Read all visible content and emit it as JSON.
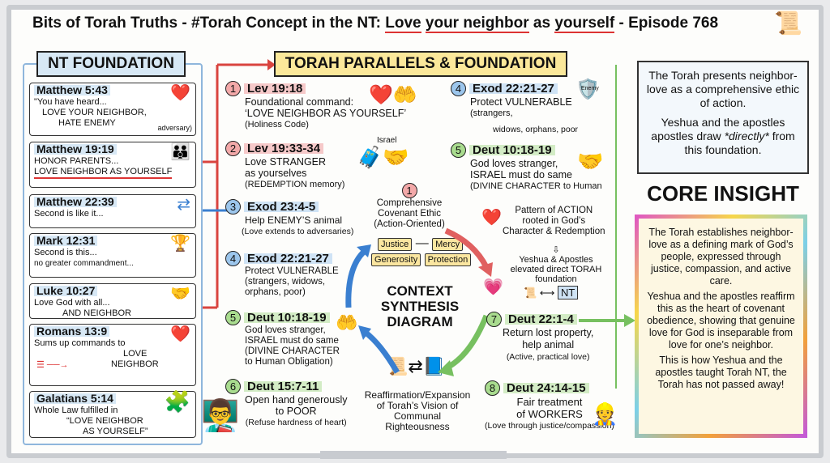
{
  "title": {
    "prefix": "Bits of Torah Truths - ",
    "tag": "#Torah",
    "mid": " Concept in the NT: ",
    "u1": "Love",
    "s1": " ",
    "u2": "your neighbor",
    "s2": " as ",
    "u3": "yourself",
    "suffix": " - Episode 768"
  },
  "nt": {
    "header": "NT FOUNDATION",
    "cards": [
      {
        "ref": "Matthew 5:43",
        "l1": "\"You have heard...",
        "l2": "LOVE YOUR NEIGHBOR,",
        "l3": "HATE ENEMY",
        "note": "adversary)"
      },
      {
        "ref": "Matthew 19:19",
        "l1": "HONOR PARENTS...",
        "l2": "LOVE NEIGHBOR AS YOURSELF"
      },
      {
        "ref": "Matthew 22:39",
        "l1": "Second is like it..."
      },
      {
        "ref": "Mark 12:31",
        "l1": "Second is this...",
        "l2": "no greater commandment..."
      },
      {
        "ref": "Luke 10:27",
        "l1": "Love God with all...",
        "l2": "AND NEIGHBOR"
      },
      {
        "ref": "Romans 13:9",
        "l1": "Sums up commands to",
        "l2": "LOVE",
        "l3": "NEIGHBOR"
      },
      {
        "ref": "Galatians 5:14",
        "l1": "Whole Law fulfilled in",
        "l2": "“LOVE NEIGHBOR",
        "l3": "AS YOURSELF”"
      }
    ]
  },
  "torah": {
    "header": "TORAH PARALLELS & FOUNDATION",
    "items": [
      {
        "n": "1",
        "ref": "Lev 19:18",
        "l1": "Foundational command:",
        "l2": "‘LOVE NEIGHBOR AS YOURSELF’",
        "l3": "(Holiness Code)"
      },
      {
        "n": "2",
        "ref": "Lev 19:33-34",
        "l1": "Love STRANGER",
        "l2": "as yourselves",
        "l3": "(REDEMPTION memory)",
        "icon_label": "Israel"
      },
      {
        "n": "3",
        "ref": "Exod 23:4-5",
        "l1": "Help ENEMY’S animal",
        "l2": "(Love extends to adversaries)"
      },
      {
        "n": "4",
        "ref": "Exod 22:21-27",
        "l1": "Protect VULNERABLE",
        "l2": "(strangers,",
        "l3": "widows, orphans,  poor",
        "icon_label": "Enemy"
      },
      {
        "n": "5",
        "ref": "Deut 10:18-19",
        "l1": "God loves stranger,",
        "l2": "ISRAEL must do same",
        "l3": "(DIVINE CHARACTER to Human"
      },
      {
        "n": "4",
        "ref": "Exod 22:21-27",
        "l1": "Protect VULNERABLE",
        "l2": "(strangers, widows,",
        "l3": "orphans, poor)"
      },
      {
        "n": "5",
        "ref": "Deut 10:18-19",
        "l1": "God loves stranger,",
        "l2": "ISRAEL must do same",
        "l3": "(DIVINE CHARACTER",
        "l4": "to Human Obligation)"
      },
      {
        "n": "6",
        "ref": "Deut 15:7-11",
        "l1": "Open hand generously",
        "l2": "to POOR",
        "l3": "(Refuse hardness of heart)"
      },
      {
        "n": "7",
        "ref": "Deut 22:1-4",
        "l1": "Return lost property,",
        "l2": "help animal",
        "l3": "(Active, practical love)"
      },
      {
        "n": "8",
        "ref": "Deut 24:14-15",
        "l1": "Fair treatment",
        "l2": "of WORKERS",
        "l3": "(Love through justice/compassion)"
      }
    ],
    "cycle": {
      "n": "1",
      "l1": "Comprehensive",
      "l2": "Covenant Ethic",
      "l3": "(Action-Oriented)",
      "tags": [
        "Justice",
        "Mercy",
        "Generosity",
        "Protection"
      ],
      "pattern": [
        "Pattern of ACTION",
        "rooted in God’s",
        "Character & Redemption"
      ],
      "yeshua": [
        "Yeshua & Apostles",
        "elevated direct TORAH",
        "foundation"
      ],
      "nt_tag": "NT",
      "center": [
        "CONTEXT",
        "SYNTHESIS",
        "DIAGRAM"
      ],
      "reaff": [
        "Reaffirmation/Expansion",
        "of Torah’s Vision of",
        "Communal",
        "Righteousness"
      ]
    }
  },
  "summary": {
    "p1": "The Torah presents neighbor-love as a comprehensive ethic of action.",
    "p2a": "Yeshua and the apostles apostles draw ",
    "p2em": "*directly*",
    "p2b": " from this foundation."
  },
  "core": {
    "title": "CORE INSIGHT",
    "p1": "The Torah establishes neighbor-love as a defining mark of God’s people, expressed through justice, compassion, and active care.",
    "p2": "Yeshua and the apostles reaffirm this as the heart of covenant obedience, showing that genuine love for God is inseparable from love for one’s neighbor.",
    "p3": "This is how Yeshua and the apostles taught Torah NT, the Torah has not passed away!"
  }
}
